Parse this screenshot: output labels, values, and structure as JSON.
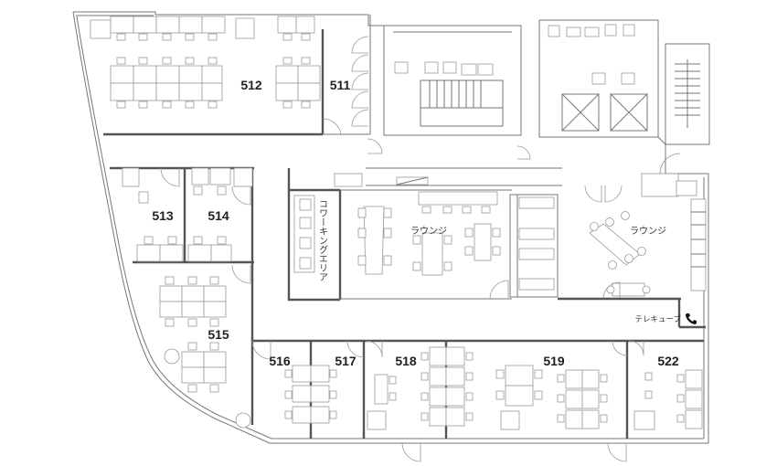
{
  "rooms": {
    "r512": "512",
    "r511": "511",
    "r513": "513",
    "r514": "514",
    "r515": "515",
    "r516": "516",
    "r517": "517",
    "r518": "518",
    "r519": "519",
    "r522": "522"
  },
  "areas": {
    "coworking": "コワーキングエリア",
    "lounge_left": "ラウンジ",
    "lounge_right": "ラウンジ",
    "telecube": "テレキューブ"
  },
  "icons": {
    "telecube": "phone-icon"
  },
  "colors": {
    "wall": "#555555",
    "furniture": "#999999",
    "text": "#222222"
  }
}
